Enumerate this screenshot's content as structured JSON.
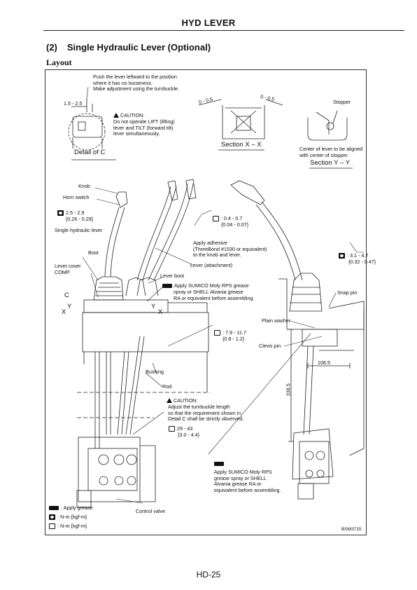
{
  "header": {
    "title": "HYD LEVER"
  },
  "section": {
    "number": "(2)",
    "title": "Single Hydraulic Lever (Optional)"
  },
  "subtitle": "Layout",
  "footer": {
    "page": "HD-25"
  },
  "figure": {
    "id": "BSM3715",
    "push_note": [
      "Push the lever leftward to the position",
      "where it has no looseness.",
      "Make adjustment using the turnbuckle."
    ],
    "detail_c_dim": "1.5 - 2.5",
    "caution_label": "CAUTION:",
    "caution_top": [
      "Do not operate LIFT (lifting)",
      "lever and TILT (forward tilt)",
      "lever simultaneously."
    ],
    "detail_c_label": "Detail of C",
    "xx_dim_left": "0 - 0.5",
    "xx_dim_right": "0 - 0.5",
    "section_xx": "Section X – X",
    "stopper": "Stopper",
    "center_note": [
      "Center of lever to be aligned",
      "with center of stopper."
    ],
    "section_yy": "Section Y – Y",
    "knob": "Knob",
    "horn_switch": "Horn switch",
    "torque_knob": [
      "2.5 - 2.9",
      "{0.26 - 0.29}"
    ],
    "single_lever": "Single hydraulic lever",
    "torque_lever_attach": [
      ": 0.4 - 0.7",
      "{0.04 - 0.07}"
    ],
    "adhesive_note": [
      "Apply adhesive",
      "(ThreeBond #1530 or equivalent)",
      "to the knob and lever."
    ],
    "boot": "Boot",
    "lever_attachment": "Lever (attachment)",
    "lever_cover": [
      "Lever cover",
      "COMP."
    ],
    "lever_boot": "Lever boot",
    "grease_note_1": [
      "Apply SUMICO Moly RPS grease",
      "spray or SHELL Alvania grease",
      "RA or equivalent before assembling."
    ],
    "torque_right": [
      ": 3.1 - 4.7",
      "{0.32 - 0.47}"
    ],
    "snap_pin": "Snap pin",
    "letter_c": "C",
    "letter_x": "X",
    "letter_y": "Y",
    "plain_washer": "Plain washer",
    "torque_mid": [
      ": 7.9 - 11.7",
      "{0.8 - 1.2}"
    ],
    "clevis_pin": "Clevis pin",
    "dim_1065": "106.5",
    "bushing": "Bushing",
    "rod": "Rod",
    "dim_3385": "338.5",
    "caution_bottom": [
      "Adjust the turnbuckle length",
      "so that the requirement shown in",
      "Detail C shall be strictly observed."
    ],
    "torque_turnbuckle": [
      "29 - 43",
      "{3.0 - 4.4}"
    ],
    "grease_note_2": [
      "Apply SUMICO Moly RPS",
      "grease spray or SHELL",
      "Alvania grease RA or",
      "equivalent before assembling."
    ],
    "control_valve": "Control valve",
    "legend": [
      ": Apply grease.",
      ": N-m {kgf-m}",
      ": N-m {kgf-m}"
    ]
  }
}
